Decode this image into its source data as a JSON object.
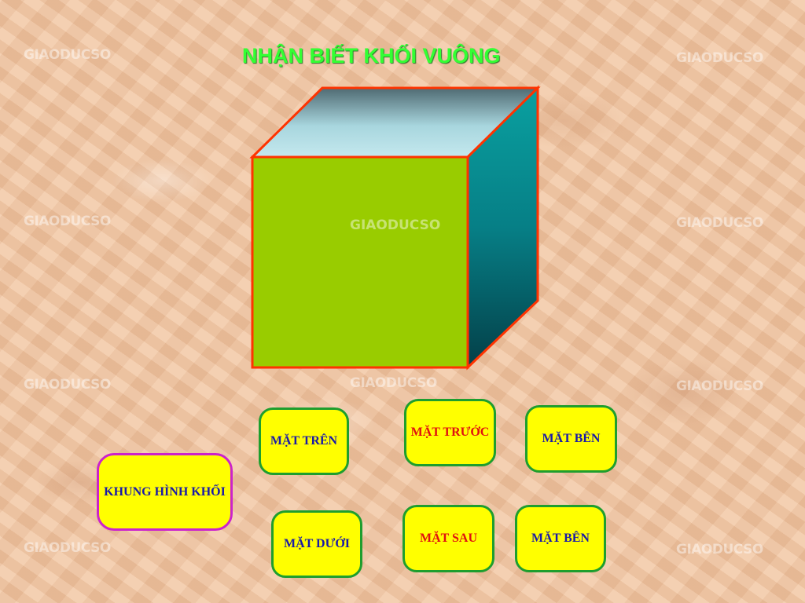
{
  "title": "NHẬN BIẾT KHỐI VUÔNG",
  "watermark_text": "GIAODUCSO",
  "colors": {
    "title": "#33ff33",
    "cube_front": "#99cc00",
    "cube_top": "#b9e2e8",
    "cube_side": "#008b8b",
    "cube_edge": "#ff3300",
    "button_fill": "#ffff00",
    "button_border": "#1e9e2e",
    "frame_border": "#cc22cc",
    "label_blue": "#1a1aa8",
    "label_red": "#e01010"
  },
  "buttons": {
    "frame": "KHUNG HÌNH KHỐI",
    "top_face": "MẶT TRÊN",
    "front_face": "MẶT TRƯỚC",
    "side_face_1": "MẶT BÊN",
    "bottom_face": "MẶT DƯỚI",
    "back_face": "MẶT SAU",
    "side_face_2": "MẶT BÊN"
  }
}
